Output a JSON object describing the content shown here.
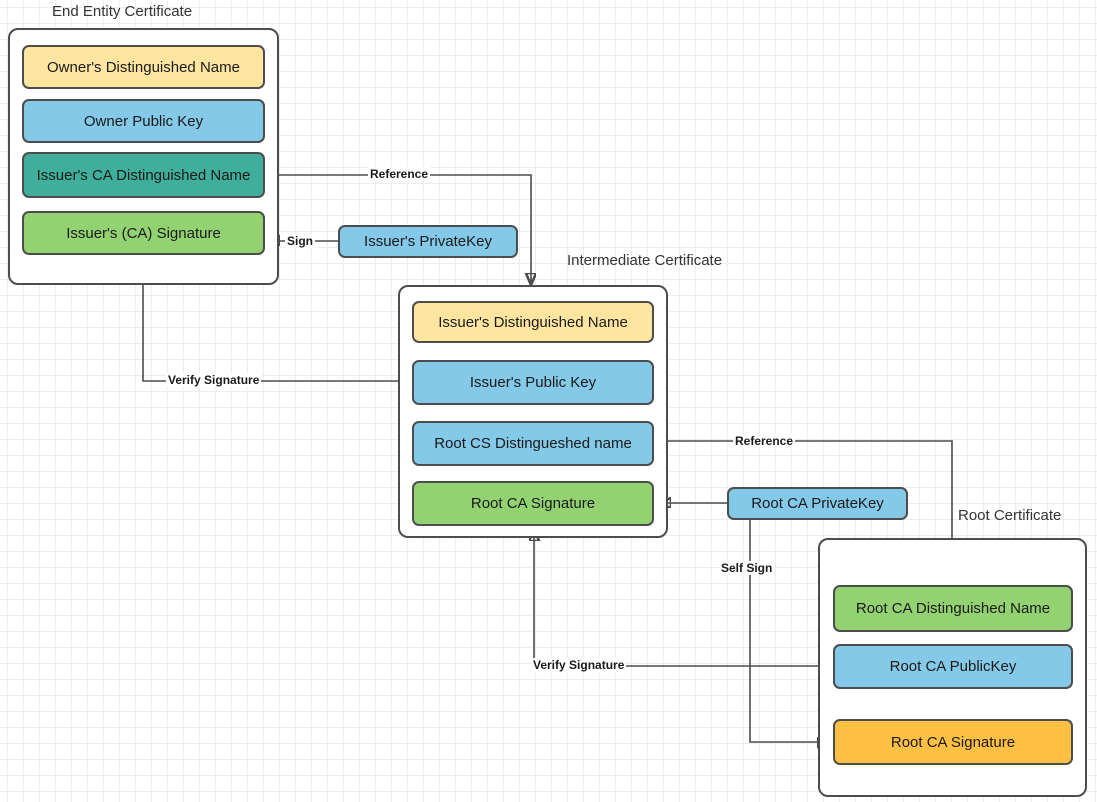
{
  "diagram": {
    "title_end_entity": "End Entity Certificate",
    "title_intermediate": "Intermediate Certificate",
    "title_root": "Root Certificate"
  },
  "end_entity_certificate": {
    "fields": [
      {
        "label": "Owner's Distinguished Name",
        "color": "#ffe6a0"
      },
      {
        "label": "Owner Public  Key",
        "color": "#84c9e8"
      },
      {
        "label": "Issuer's CA Distinguished Name",
        "color": "#3fae9b"
      },
      {
        "label": "Issuer's (CA) Signature",
        "color": "#93d271"
      }
    ]
  },
  "intermediate_certificate": {
    "fields": [
      {
        "label": "Issuer's Distinguished Name",
        "color": "#ffe6a0"
      },
      {
        "label": "Issuer's Public  Key",
        "color": "#84c9e8"
      },
      {
        "label": "Root CS Distingueshed name",
        "color": "#84c9e8"
      },
      {
        "label": "Root CA Signature",
        "color": "#93d271"
      }
    ]
  },
  "root_certificate": {
    "fields": [
      {
        "label": "Root CA Distinguished Name",
        "color": "#93d271"
      },
      {
        "label": "Root CA PublicKey",
        "color": "#84c9e8"
      },
      {
        "label": "Root CA Signature",
        "color": "#ffc043"
      }
    ]
  },
  "keys": {
    "issuer_private_key": "Issuer's PrivateKey",
    "root_private_key": "Root CA PrivateKey"
  },
  "edges": {
    "reference_top": "Reference",
    "sign": "Sign",
    "verify_signature_top": "Verify Signature",
    "reference_mid": "Reference",
    "self_sign": "Self Sign",
    "verify_signature_bottom": "Verify Signature"
  },
  "palette": {
    "yellow": "#ffe6a0",
    "blue": "#84c9e8",
    "teal": "#3fae9b",
    "green": "#93d271",
    "orange": "#ffc043",
    "stroke": "#4d4d4d",
    "grid_minor": "#ededed",
    "grid_major": "#d9d9d9"
  }
}
